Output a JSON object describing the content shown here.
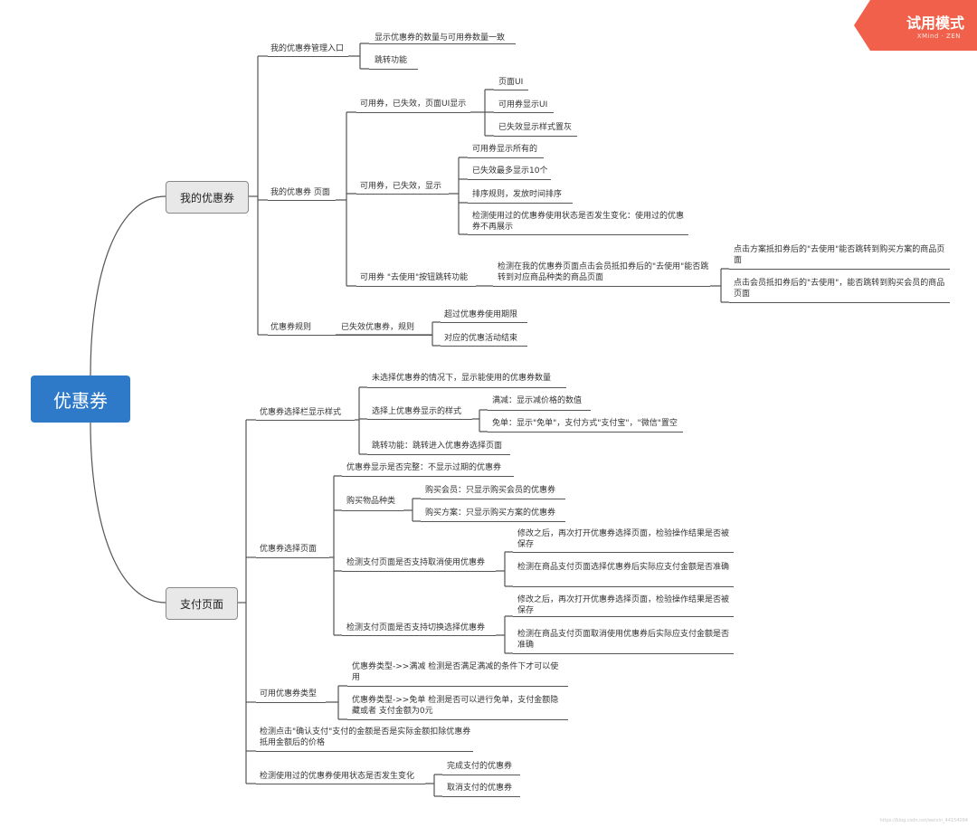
{
  "root": "优惠券",
  "badge": {
    "title": "试用模式",
    "sub": "XMind · ZEN"
  },
  "watermark": "https://blog.csdn.net/weixin_44154094",
  "branch1": {
    "label": "我的优惠券",
    "entry": {
      "label": "我的优惠券管理入口",
      "items": [
        "显示优惠券的数量与可用券数量一致",
        "跳转功能"
      ]
    },
    "page": {
      "label": "我的优惠券 页面",
      "ui": {
        "label": "可用券，已失效，页面UI显示",
        "items": [
          "页面UI",
          "可用券显示UI",
          "已失效显示样式置灰"
        ]
      },
      "display": {
        "label": "可用券，已失效，显示",
        "items": [
          "可用券显示所有的",
          "已失效最多显示10个",
          "排序规则，发放时间排序",
          "检测使用过的优惠券使用状态是否发生变化：使用过的优惠券不再展示"
        ]
      },
      "goto": {
        "label": "可用券 \"去使用\"按钮跳转功能",
        "check": {
          "label": "检测在我的优惠券页面点击会员抵扣券后的\"去使用\"能否跳转到对应商品种类的商品页面",
          "items": [
            "点击方案抵扣券后的\"去使用\"能否跳转到购买方案的商品页面",
            "点击会员抵扣券后的\"去使用\"，能否跳转到购买会员的商品页面"
          ]
        }
      }
    },
    "rules": {
      "label": "优惠券规则",
      "sub": {
        "label": "已失效优惠券，规则",
        "items": [
          "超过优惠券使用期限",
          "对应的优惠活动结束"
        ]
      }
    }
  },
  "branch2": {
    "label": "支付页面",
    "bar": {
      "label": "优惠券选择栏显示样式",
      "unselected": "未选择优惠券的情况下，显示能使用的优惠券数量",
      "selected": {
        "label": "选择上优惠券显示的样式",
        "items": [
          "满减：显示减价格的数值",
          "免单：显示\"免单\"，支付方式\"支付宝\"，\"微信\"置空"
        ]
      },
      "jump": "跳转功能：跳转进入优惠券选择页面"
    },
    "select_page": {
      "label": "优惠券选择页面",
      "complete": "优惠券显示是否完整：不显示过期的优惠券",
      "kinds": {
        "label": "购买物品种类",
        "items": [
          "购买会员：只显示购买会员的优惠券",
          "购买方案：只显示购买方案的优惠券"
        ]
      },
      "cancel": {
        "label": "检测支付页面是否支持取消使用优惠券",
        "items": [
          "修改之后，再次打开优惠券选择页面，检验操作结果是否被保存",
          "检测在商品支付页面选择优惠券后实际应支付金额是否准确"
        ]
      },
      "switch": {
        "label": "检测支付页面是否支持切换选择优惠券",
        "items": [
          "修改之后，再次打开优惠券选择页面，检验操作结果是否被保存",
          "检测在商品支付页面取消使用优惠券后实际应支付金额是否准确"
        ]
      }
    },
    "types": {
      "label": "可用优惠券类型",
      "items": [
        "优惠券类型->>满减 检测是否满足满减的条件下才可以使用",
        "优惠券类型->>免单 检测是否可以进行免单，支付金额隐藏或者 支付金额为0元"
      ]
    },
    "confirm": "检测点击\"确认支付\"支付的金额是否是实际金额扣除优惠券抵用金额后的价格",
    "status": {
      "label": "检测使用过的优惠券使用状态是否发生变化",
      "items": [
        "完成支付的优惠券",
        "取消支付的优惠券"
      ]
    }
  }
}
